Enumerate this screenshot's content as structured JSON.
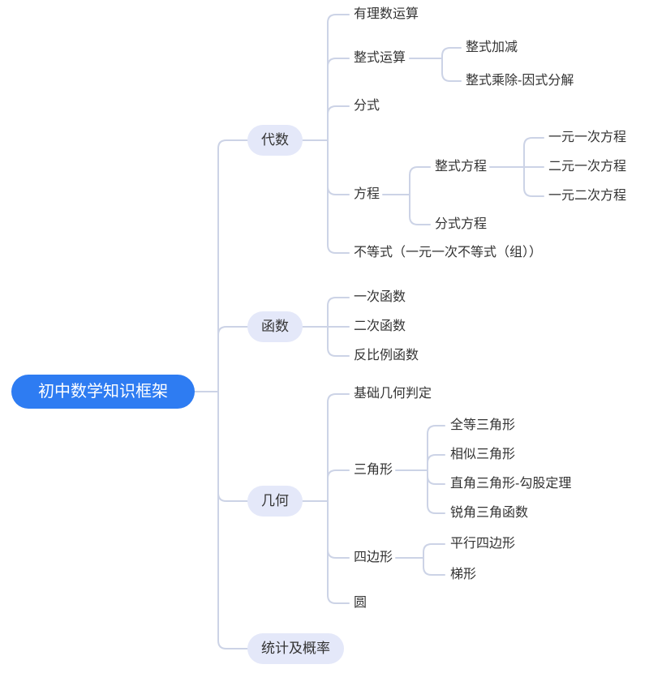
{
  "colors": {
    "root_bg": "#2e7cf2",
    "root_text": "#ffffff",
    "branch_bg": "#e4e8f9",
    "node_text": "#333333",
    "line_color": "#ccd3e6"
  },
  "tree": {
    "label": "初中数学知识框架",
    "children": [
      {
        "label": "代数",
        "children": [
          {
            "label": "有理数运算"
          },
          {
            "label": "整式运算",
            "children": [
              {
                "label": "整式加减"
              },
              {
                "label": "整式乘除-因式分解"
              }
            ]
          },
          {
            "label": "分式"
          },
          {
            "label": "方程",
            "children": [
              {
                "label": "整式方程",
                "children": [
                  {
                    "label": "一元一次方程"
                  },
                  {
                    "label": "二元一次方程"
                  },
                  {
                    "label": "一元二次方程"
                  }
                ]
              },
              {
                "label": "分式方程"
              }
            ]
          },
          {
            "label": "不等式（一元一次不等式（组））"
          }
        ]
      },
      {
        "label": "函数",
        "children": [
          {
            "label": "一次函数"
          },
          {
            "label": "二次函数"
          },
          {
            "label": "反比例函数"
          }
        ]
      },
      {
        "label": "几何",
        "children": [
          {
            "label": "基础几何判定"
          },
          {
            "label": "三角形",
            "children": [
              {
                "label": "全等三角形"
              },
              {
                "label": "相似三角形"
              },
              {
                "label": "直角三角形-勾股定理"
              },
              {
                "label": "锐角三角函数"
              }
            ]
          },
          {
            "label": "四边形",
            "children": [
              {
                "label": "平行四边形"
              },
              {
                "label": "梯形"
              }
            ]
          },
          {
            "label": "圆"
          }
        ]
      },
      {
        "label": "统计及概率"
      }
    ]
  }
}
